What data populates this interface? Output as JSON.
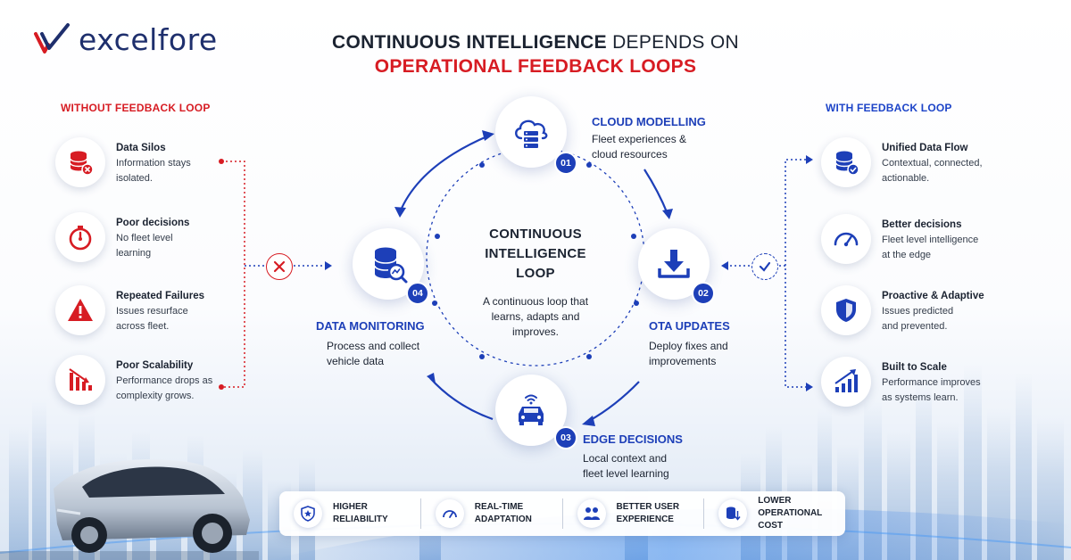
{
  "brand": {
    "name": "excelfore",
    "color_red": "#d71c23",
    "color_navy": "#1e2f6d"
  },
  "title": {
    "line1_bold": "CONTINUOUS INTELLIGENCE",
    "line1_normal": "DEPENDS ON",
    "line2": "OPERATIONAL FEEDBACK LOOPS"
  },
  "without": {
    "heading": "WITHOUT FEEDBACK LOOP",
    "color": "#d71c23",
    "items": [
      {
        "title": "Data Silos",
        "desc": "Information stays\nisolated.",
        "icon": "database-x-icon"
      },
      {
        "title": "Poor decisions",
        "desc": "No fleet level\nlearning",
        "icon": "stopwatch-icon"
      },
      {
        "title": "Repeated Failures",
        "desc": "Issues resurface\nacross fleet.",
        "icon": "warning-icon"
      },
      {
        "title": "Poor Scalability",
        "desc": "Performance drops as\ncomplexity grows.",
        "icon": "declining-chart-icon"
      }
    ]
  },
  "with": {
    "heading": "WITH FEEDBACK LOOP",
    "color": "#1d44c8",
    "items": [
      {
        "title": "Unified Data Flow",
        "desc": "Contextual, connected,\nactionable.",
        "icon": "database-check-icon"
      },
      {
        "title": "Better decisions",
        "desc": "Fleet level intelligence\n at the edge",
        "icon": "gauge-icon"
      },
      {
        "title": "Proactive & Adaptive",
        "desc": "Issues predicted\nand prevented.",
        "icon": "shield-icon"
      },
      {
        "title": "Built to Scale",
        "desc": "Performance improves\nas systems learn.",
        "icon": "growth-chart-icon"
      }
    ]
  },
  "loop": {
    "center_title": "CONTINUOUS\nINTELLIGENCE\nLOOP",
    "center_desc": "A continuous loop that\nlearns, adapts and\nimproves.",
    "nodes": [
      {
        "num": "01",
        "title": "CLOUD MODELLING",
        "desc": "Fleet experiences &\ncloud resources",
        "icon": "cloud-server-icon"
      },
      {
        "num": "02",
        "title": "OTA UPDATES",
        "desc": "Deploy fixes and\nimprovements",
        "icon": "download-icon"
      },
      {
        "num": "03",
        "title": "EDGE DECISIONS",
        "desc": "Local context and\nfleet level learning",
        "icon": "connected-car-icon"
      },
      {
        "num": "04",
        "title": "DATA MONITORING",
        "desc": "Process and collect\nvehicle data",
        "icon": "database-search-icon"
      }
    ]
  },
  "benefits": [
    {
      "label": "HIGHER\nRELIABILITY",
      "icon": "shield-star-icon"
    },
    {
      "label": "REAL-TIME\nADAPTATION",
      "icon": "speedometer-icon"
    },
    {
      "label": "BETTER USER\nEXPERIENCE",
      "icon": "users-icon"
    },
    {
      "label": "LOWER\nOPERATIONAL COST",
      "icon": "database-down-icon"
    }
  ],
  "accent_blue": "#1d3fb8"
}
